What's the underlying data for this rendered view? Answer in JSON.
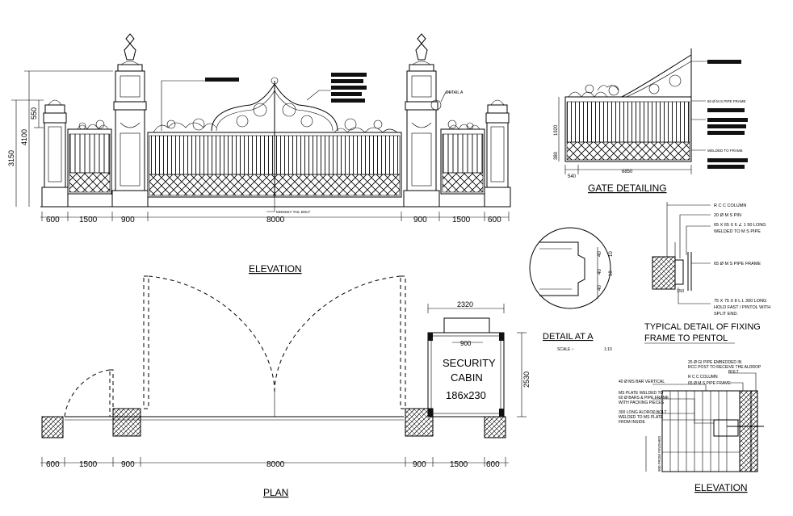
{
  "titles": {
    "elevation_main": "ELEVATION",
    "plan": "PLAN",
    "gate_detailing": "GATE DETAILING",
    "detail_a": "DETAIL AT A",
    "fixing_line1": "TYPICAL DETAIL OF FIXING",
    "fixing_line2": "FRAME TO PENTOL",
    "elevation_small": "ELEVATION"
  },
  "elevation_dims": {
    "bottom": [
      "600",
      "1500",
      "900",
      "8000",
      "900",
      "1500",
      "600"
    ],
    "vertical": [
      "3150",
      "4100",
      "550"
    ],
    "monkey_tail_bolt": "MONKEY TAIL BOLT",
    "detail_a_label": "DETAIL A"
  },
  "plan_dims": {
    "bottom": [
      "600",
      "1500",
      "900",
      "8000",
      "900",
      "1500",
      "600"
    ],
    "cabin_width": "2320",
    "cabin_inner": "900",
    "cabin_height": "2530",
    "cabin_name_1": "SECURITY",
    "cabin_name_2": "CABIN",
    "cabin_size": "186x230"
  },
  "gate_detail": {
    "dims_bottom": [
      "540",
      "6850"
    ],
    "dims_left": [
      "1920",
      "380"
    ],
    "labels": [
      "60 Ø M S PIPE FRAME",
      "WELDED TO FRAME"
    ]
  },
  "detail_a": {
    "scale_label": "SCALE :-",
    "scale_value": "1:10",
    "dims": [
      "40",
      "40",
      "10",
      "10",
      "40",
      "40",
      "10"
    ]
  },
  "fixing_detail": {
    "labels": [
      "R C C COLUMN",
      "20 Ø M S PIN",
      "65 X 65 X 6 ∠ 1 50 LONG",
      "WELDED TO M S PIPE",
      "65 Ø M S PIPE FRAME",
      "75 X 75 X 8 L L 300 LONG",
      "HOLD FAST / PINTOL WITH",
      "SPLIT END."
    ],
    "dim": "150"
  },
  "small_elevation": {
    "labels": [
      "25 Ø GI PIPE EMBEDDED IN",
      "RCC POST TO RECEIVE THE ALDROP",
      "BOLT",
      "40 Ø MS BAR VERTICAL",
      "R C C COLUMN",
      "65 Ø M S PIPE FRAME",
      "MS PLATE WELDED TO",
      "60 Ø BARS & PIPE FRAME",
      "WITH PACKING PIECES",
      "300 LONG ALDROP BOLT",
      "WELDED TO MS PLATE",
      "FROM INSIDE"
    ],
    "side_label": "900 FROM FINISHED"
  }
}
